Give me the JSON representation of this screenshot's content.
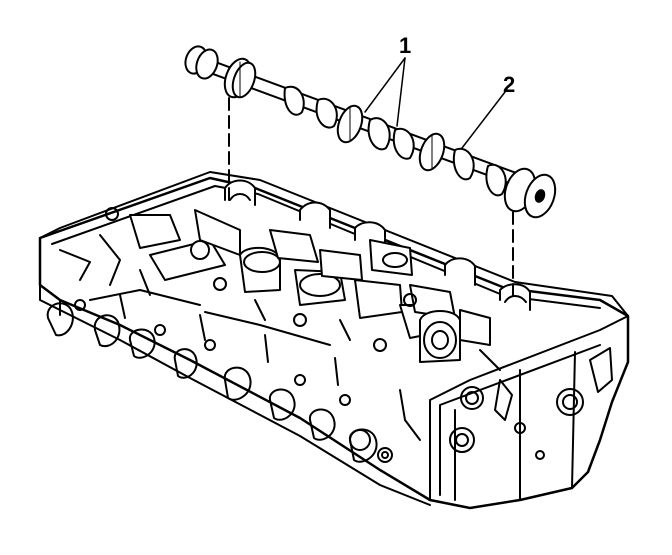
{
  "callouts": [
    {
      "label": "1"
    },
    {
      "label": "2"
    }
  ],
  "colors": {
    "line": "#000000",
    "background": "#ffffff",
    "shade": "#555555"
  },
  "icons": [
    "camshaft-illustration",
    "cylinder-head-illustration",
    "alignment-dashed-line",
    "leader-line"
  ]
}
